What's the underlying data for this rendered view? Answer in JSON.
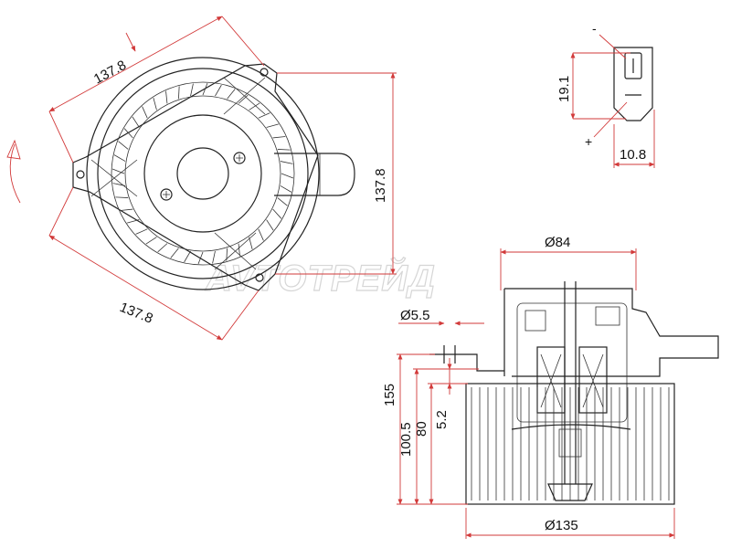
{
  "watermark": "AVTOTPEЙД",
  "top_view": {
    "dim_upper": "137.8",
    "dim_lower": "137.8",
    "dim_right": "137.8"
  },
  "connector": {
    "minus_sign": "-",
    "plus_sign": "+",
    "height_dim": "19.1",
    "width_dim": "10.8"
  },
  "side_view": {
    "dia_top": "Ø84",
    "dia_shaft": "Ø5.5",
    "dia_bottom": "Ø135",
    "height_total": "155",
    "height_100": "100.5",
    "height_80": "80",
    "height_5": "5.2"
  },
  "colors": {
    "line": "#222222",
    "dimension": "#d23a3a",
    "watermark": "#d6d6d6"
  }
}
